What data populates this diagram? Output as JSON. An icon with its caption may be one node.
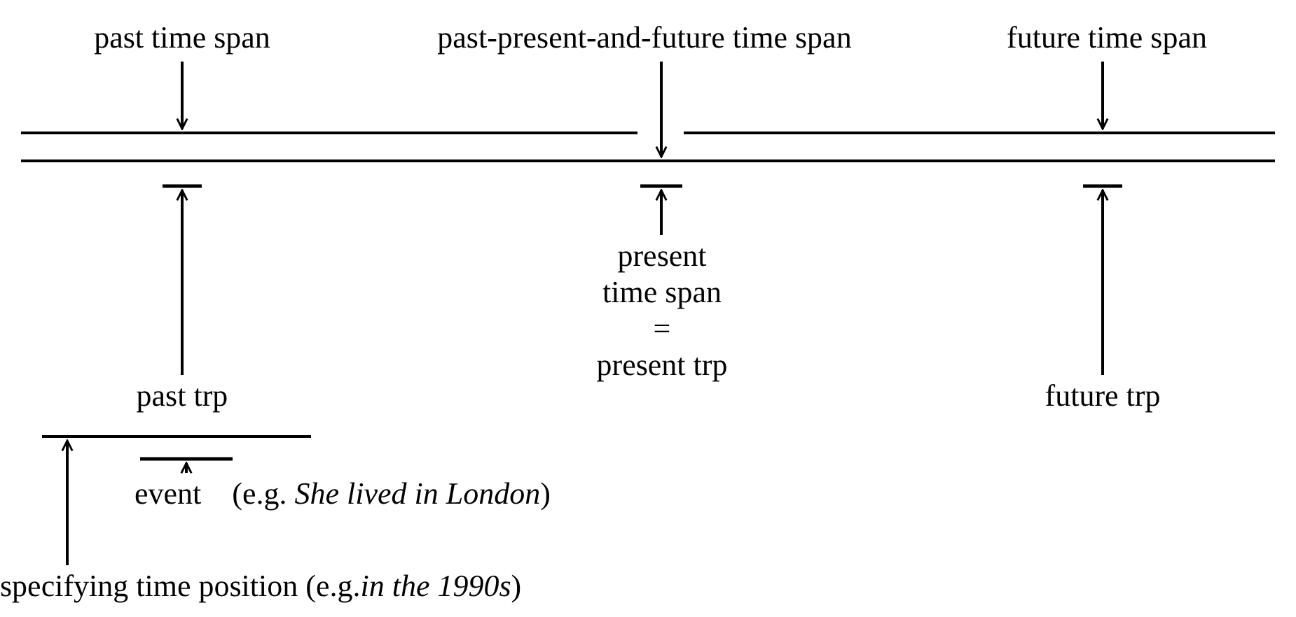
{
  "diagram": {
    "nodes": [
      {
        "text": [
          "past time span"
        ]
      },
      {
        "text": [
          "past-present-and-future time span"
        ]
      },
      {
        "text": [
          "future time span"
        ]
      },
      {
        "text": [],
        "shape": "line"
      },
      {
        "text": [],
        "shape": "line"
      },
      {
        "text": [],
        "shape": "bar"
      },
      {
        "text": [],
        "shape": "bar"
      },
      {
        "text": [],
        "shape": "bar"
      },
      {
        "text": [
          "past trp"
        ]
      },
      {
        "text": [
          "present time span = present trp"
        ]
      },
      {
        "text": [
          "future trp"
        ]
      },
      {
        "text": [],
        "shape": "line"
      },
      {
        "text": [],
        "shape": "bar"
      },
      {
        "text": [
          "event",
          "(e.g. *She lived in London*)"
        ]
      },
      {
        "text": [
          "specifying time position (e.g.*in the 1990s*)"
        ]
      }
    ],
    "edges": [
      {
        "from": 0,
        "to": 3,
        "arrow": "to"
      },
      {
        "from": 1,
        "to": 4,
        "arrow": "to"
      },
      {
        "from": 2,
        "to": 3,
        "arrow": "to"
      },
      {
        "from": 8,
        "to": 5,
        "arrow": "to"
      },
      {
        "from": 9,
        "to": 6,
        "arrow": "to"
      },
      {
        "from": 10,
        "to": 7,
        "arrow": "to"
      },
      {
        "from": 13,
        "to": 12,
        "arrow": "to"
      },
      {
        "from": 14,
        "to": 11,
        "arrow": "to"
      }
    ]
  }
}
